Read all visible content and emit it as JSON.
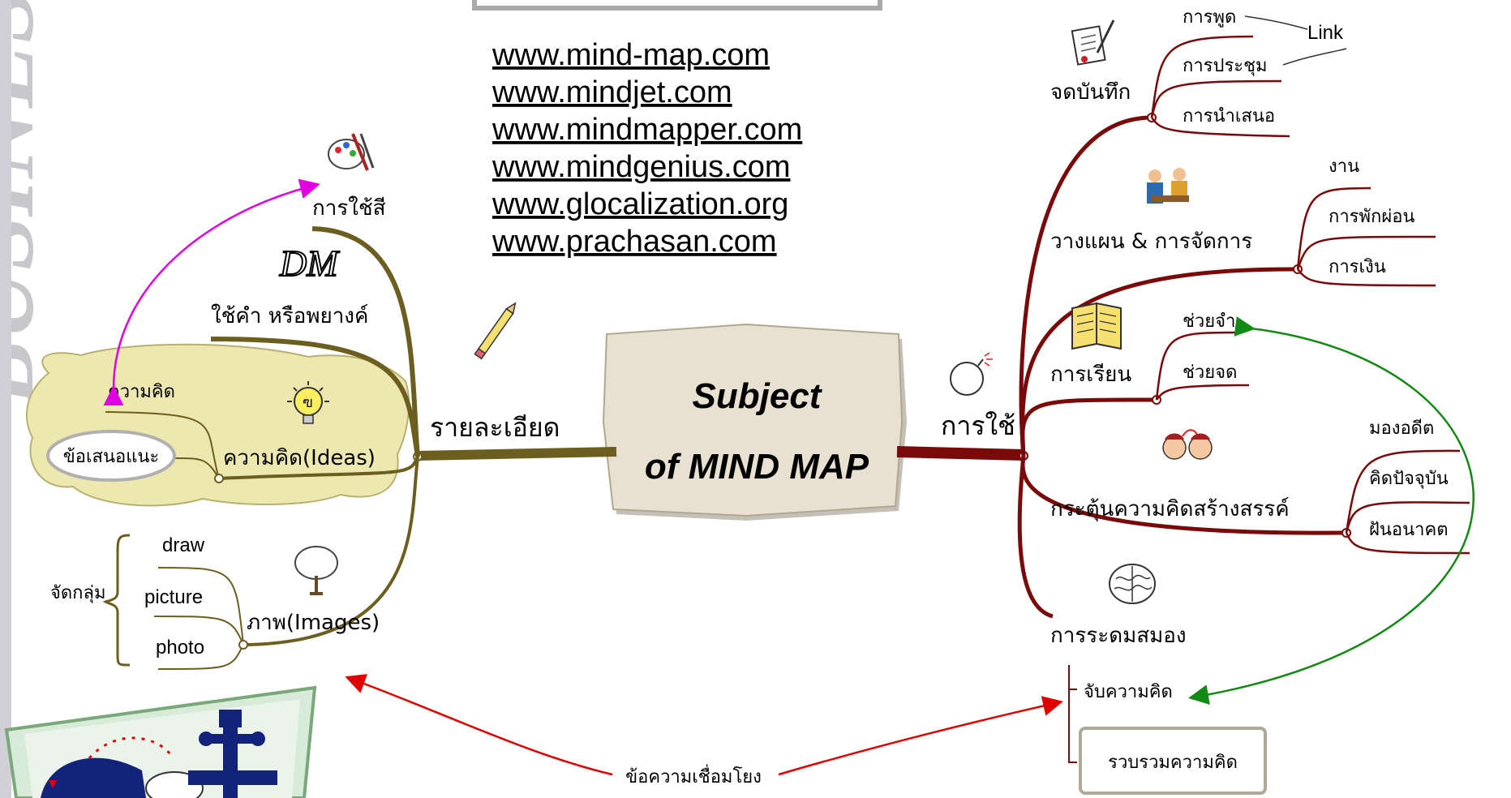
{
  "watermark": "BUSINES",
  "center": {
    "line1": "Subject",
    "line2": "of MIND MAP"
  },
  "links": [
    "www.mind-map.com",
    "www.mindjet.com",
    "www.mindmapper.com",
    "www.mindgenius.com",
    "www.glocalization.org",
    "www.prachasan.com"
  ],
  "left": {
    "main": "รายละเอียด",
    "color_use": "การใช้สี",
    "words": "ใช้คำ หรือพยางค์",
    "ideas": "ความคิด(Ideas)",
    "idea_sub": "ความคิด",
    "suggestion": "ข้อเสนอแนะ",
    "images": "ภาพ(Images)",
    "img_items": [
      "draw",
      "picture",
      "photo"
    ],
    "group": "จัดกลุ่ม"
  },
  "right": {
    "main": "การใช้",
    "notes": "จดบันทึก",
    "notes_items": [
      "การพูด",
      "การประชุม",
      "การนำเสนอ"
    ],
    "link_label": "Link",
    "plan": "วางแผน & การจัดการ",
    "plan_items": [
      "งาน",
      "การพักผ่อน",
      "การเงิน"
    ],
    "learn": "การเรียน",
    "learn_items": [
      "ช่วยจำ",
      "ช่วยจด"
    ],
    "creative": "กระตุ้นความคิดสร้างสรรค์",
    "creative_items": [
      "มองอดีต",
      "คิดปัจจุบัน",
      "ฝันอนาคต"
    ],
    "brainstorm": "การระดมสมอง",
    "brainstorm_items": [
      "จับความคิด",
      "รวบรวมความคิด"
    ]
  },
  "bottom_link": "ข้อความเชื่อมโยง",
  "colors": {
    "left_branch": "#6b5e1e",
    "right_branch": "#7a0a0a",
    "cloud": "#ede8b0",
    "pink_arrow": "#e000e0",
    "red_arrow": "#e00000",
    "green_arrow": "#138a13"
  }
}
